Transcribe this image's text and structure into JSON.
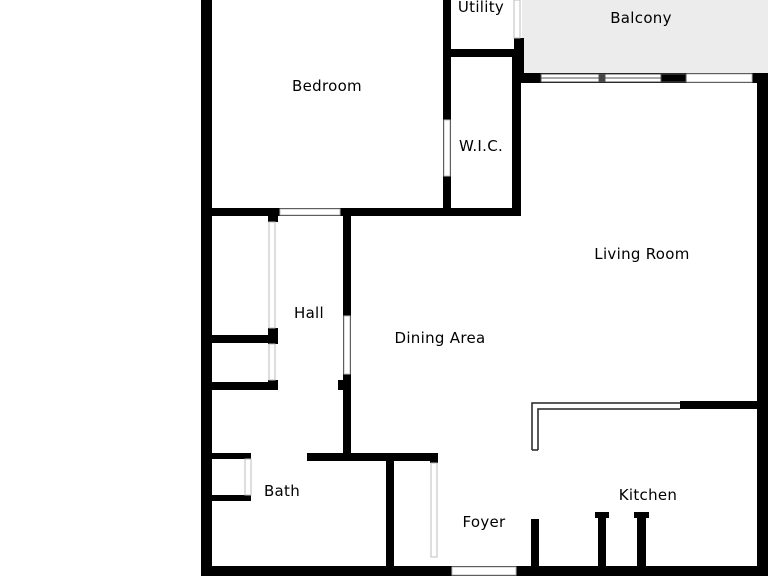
{
  "rooms": {
    "utility": "Utility",
    "balcony": "Balcony",
    "bedroom": "Bedroom",
    "wic": "W.I.C.",
    "living_room": "Living Room",
    "hall": "Hall",
    "dining_area": "Dining Area",
    "bath": "Bath",
    "kitchen": "Kitchen",
    "foyer": "Foyer"
  },
  "colors": {
    "wall": "#000000",
    "balcony_fill": "#ececec",
    "background": "#ffffff"
  }
}
